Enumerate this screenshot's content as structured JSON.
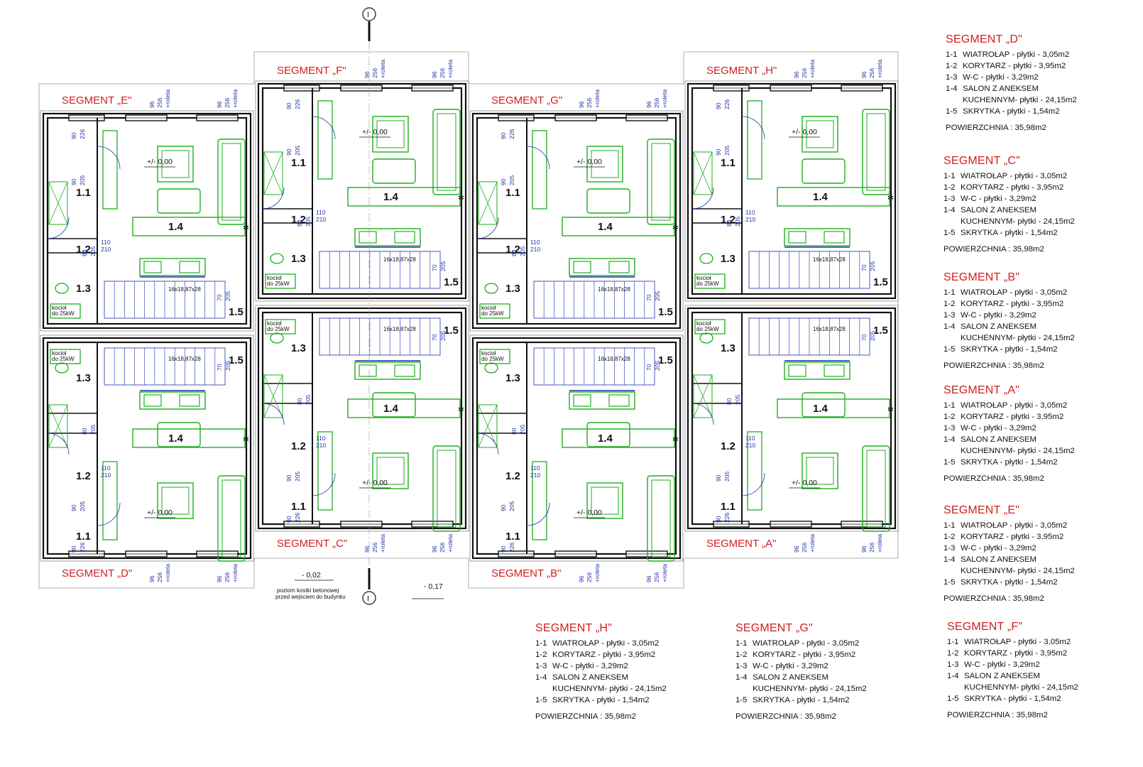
{
  "plan": {
    "units": [
      {
        "segment": "SEGMENT „E\"",
        "elev": "+/- 0,00",
        "flip": false
      },
      {
        "segment": "SEGMENT „F\"",
        "elev": "+/- 0,00",
        "flip": false
      },
      {
        "segment": "SEGMENT „G\"",
        "elev": "+/- 0,00",
        "flip": false
      },
      {
        "segment": "SEGMENT „H\"",
        "elev": "+/- 0,00",
        "flip": false
      },
      {
        "segment": "SEGMENT „D\"",
        "elev": "+/- 0,00",
        "flip": true
      },
      {
        "segment": "SEGMENT „C\"",
        "elev": "+/- 0,00",
        "flip": true
      },
      {
        "segment": "SEGMENT „B\"",
        "elev": "+/- 0,00",
        "flip": true
      },
      {
        "segment": "SEGMENT „A\"",
        "elev": "+/- 0,00",
        "flip": true
      }
    ],
    "rooms": [
      "1.1",
      "1.2",
      "1.3",
      "1.4",
      "1.5"
    ],
    "door_dims": {
      "d1": "90",
      "d1h": "226",
      "d2": "90",
      "d2h": "205",
      "d3": "110",
      "d3h": "210",
      "d4": "80",
      "d4h": "205",
      "d5": "70",
      "d5h": "205"
    },
    "window_dims": {
      "w": "96",
      "h": "256",
      "roleta": "+roleta"
    },
    "stairs": "16x18,87x28",
    "boiler_1": "kocioł",
    "boiler_2": "do 25kW",
    "section_mark": "I",
    "level_front": "- 0,02",
    "level_front_note_1": "poziom kostki betonowej",
    "level_front_note_2": "przed wejściem do budynku",
    "level_terrain": "- 0,17"
  },
  "legends": [
    {
      "title": "SEGMENT „D\"",
      "rows": [
        {
          "n": "1-1",
          "t": "WIATROŁAP - płytki - 3,05m2"
        },
        {
          "n": "1-2",
          "t": "KORYTARZ - płytki - 3,95m2"
        },
        {
          "n": "1-3",
          "t": "W-C - płytki - 3,29m2"
        },
        {
          "n": "1-4",
          "t": "SALON Z ANEKSEM"
        }
      ],
      "cont": "KUCHENNYM- płytki - 24,15m2",
      "last": {
        "n": "1-5",
        "t": "SKRYTKA - płytki - 1,54m2"
      },
      "area": "POWIERZCHNIA  : 35,98m2"
    },
    {
      "title": "SEGMENT „C\"",
      "rows": [
        {
          "n": "1-1",
          "t": "WIATROŁAP - płytki - 3,05m2"
        },
        {
          "n": "1-2",
          "t": "KORYTARZ - płytki - 3,95m2"
        },
        {
          "n": "1-3",
          "t": "W-C - płytki - 3,29m2"
        },
        {
          "n": "1-4",
          "t": "SALON Z ANEKSEM"
        }
      ],
      "cont": "KUCHENNYM- płytki - 24,15m2",
      "last": {
        "n": "1-5",
        "t": "SKRYTKA - płytki - 1,54m2"
      },
      "area": "POWIERZCHNIA  : 35,98m2"
    },
    {
      "title": "SEGMENT „B\"",
      "rows": [
        {
          "n": "1-1",
          "t": "WIATROŁAP - płytki - 3,05m2"
        },
        {
          "n": "1-2",
          "t": "KORYTARZ - płytki - 3,95m2"
        },
        {
          "n": "1-3",
          "t": "W-C - płytki - 3,29m2"
        },
        {
          "n": "1-4",
          "t": "SALON Z ANEKSEM"
        }
      ],
      "cont": "KUCHENNYM- płytki - 24,15m2",
      "last": {
        "n": "1-5",
        "t": "SKRYTKA - płytki - 1,54m2"
      },
      "area": "POWIERZCHNIA  : 35,98m2"
    },
    {
      "title": "SEGMENT „A\"",
      "rows": [
        {
          "n": "1-1",
          "t": "WIATROŁAP - płytki - 3,05m2"
        },
        {
          "n": "1-2",
          "t": "KORYTARZ - płytki - 3,95m2"
        },
        {
          "n": "1-3",
          "t": "W-C - płytki - 3,29m2"
        },
        {
          "n": "1-4",
          "t": "SALON Z ANEKSEM"
        }
      ],
      "cont": "KUCHENNYM- płytki - 24,15m2",
      "last": {
        "n": "1-5",
        "t": "SKRYTKA - płytki - 1,54m2"
      },
      "area": "POWIERZCHNIA  : 35,98m2"
    },
    {
      "title": "SEGMENT „E\"",
      "rows": [
        {
          "n": "1-1",
          "t": "WIATROŁAP - płytki - 3,05m2"
        },
        {
          "n": "1-2",
          "t": "KORYTARZ - płytki - 3,95m2"
        },
        {
          "n": "1-3",
          "t": "W-C - płytki - 3,29m2"
        },
        {
          "n": "1-4",
          "t": "SALON Z ANEKSEM"
        }
      ],
      "cont": "KUCHENNYM- płytki - 24,15m2",
      "last": {
        "n": "1-5",
        "t": "SKRYTKA - płytki - 1,54m2"
      },
      "area": "POWIERZCHNIA  : 35,98m2"
    },
    {
      "title": "SEGMENT „H\"",
      "rows": [
        {
          "n": "1-1",
          "t": "WIATROŁAP - płytki - 3,05m2"
        },
        {
          "n": "1-2",
          "t": "KORYTARZ - płytki - 3,95m2"
        },
        {
          "n": "1-3",
          "t": "W-C - płytki - 3,29m2"
        },
        {
          "n": "1-4",
          "t": "SALON Z ANEKSEM"
        }
      ],
      "cont": "KUCHENNYM- płytki - 24,15m2",
      "last": {
        "n": "1-5",
        "t": "SKRYTKA - płytki - 1,54m2"
      },
      "area": "POWIERZCHNIA  : 35,98m2"
    },
    {
      "title": "SEGMENT „G\"",
      "rows": [
        {
          "n": "1-1",
          "t": "WIATROŁAP - płytki - 3,05m2"
        },
        {
          "n": "1-2",
          "t": "KORYTARZ - płytki - 3,95m2"
        },
        {
          "n": "1-3",
          "t": "W-C - płytki - 3,29m2"
        },
        {
          "n": "1-4",
          "t": "SALON Z ANEKSEM"
        }
      ],
      "cont": "KUCHENNYM- płytki - 24,15m2",
      "last": {
        "n": "1-5",
        "t": "SKRYTKA - płytki - 1,54m2"
      },
      "area": "POWIERZCHNIA  : 35,98m2"
    },
    {
      "title": "SEGMENT „F\"",
      "rows": [
        {
          "n": "1-1",
          "t": "WIATROŁAP - płytki - 3,05m2"
        },
        {
          "n": "1-2",
          "t": "KORYTARZ - płytki - 3,95m2"
        },
        {
          "n": "1-3",
          "t": "W-C - płytki - 3,29m2"
        },
        {
          "n": "1-4",
          "t": "SALON Z ANEKSEM"
        }
      ],
      "cont": "KUCHENNYM- płytki - 24,15m2",
      "last": {
        "n": "1-5",
        "t": "SKRYTKA - płytki - 1,54m2"
      },
      "area": "POWIERZCHNIA  : 35,98m2"
    }
  ]
}
